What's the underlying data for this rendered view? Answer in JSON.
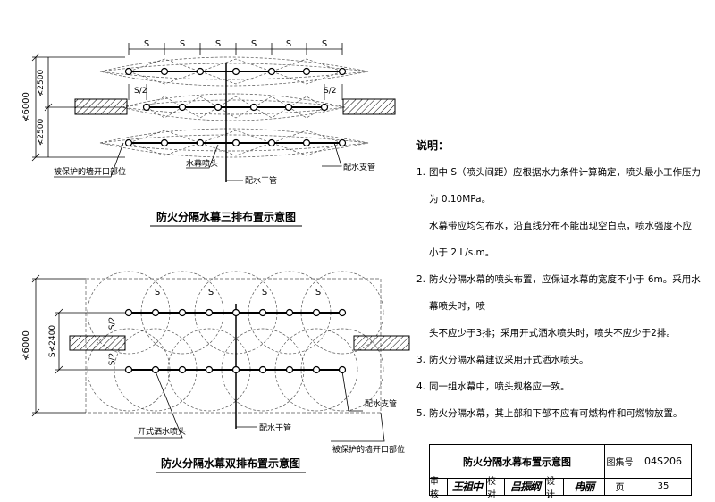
{
  "top_diagram": {
    "title": "防火分隔水幕三排布置示意图",
    "spacing_label": "S",
    "half_spacing_label": "S/2",
    "dim_total": "≮6000",
    "dim_upper": "≮2500",
    "dim_lower": "≮2500",
    "labels": {
      "wall_opening": "被保护的墙开口部位",
      "curtain_nozzle": "水幕喷头",
      "main_pipe": "配水干管",
      "branch_pipe": "配水支管"
    }
  },
  "bottom_diagram": {
    "title": "防火分隔水幕双排布置示意图",
    "spacing_label": "S",
    "half_spacing_label": "S/2",
    "dim_total": "≮6000",
    "dim_row": "S≮2400",
    "labels": {
      "open_nozzle": "开式洒水喷头",
      "main_pipe": "配水干管",
      "branch_pipe": "配水支管",
      "wall_opening": "被保护的墙开口部位"
    }
  },
  "notes": {
    "heading": "说明：",
    "items": [
      {
        "num": "1.",
        "lines": [
          "图中 S（喷头间距）应根据水力条件计算确定，喷头最小工作压力为 0.10MPa。",
          "水幕带应均匀布水，沿直线分布不能出现空白点，喷水强度不应小于 2 L/s.m。"
        ]
      },
      {
        "num": "2.",
        "lines": [
          "防火分隔水幕的喷头布置，应保证水幕的宽度不小于 6m。采用水幕喷头时，喷",
          "头不应少于3排；采用开式洒水喷头时，喷头不应少于2排。"
        ]
      },
      {
        "num": "3.",
        "lines": [
          "防火分隔水幕建议采用开式洒水喷头。"
        ]
      },
      {
        "num": "4.",
        "lines": [
          "同一组水幕中，喷头规格应一致。"
        ]
      },
      {
        "num": "5.",
        "lines": [
          "防火分隔水幕，其上部和下部不应有可燃构件和可燃物放置。"
        ]
      }
    ]
  },
  "title_block": {
    "drawing_title": "防火分隔水幕布置示意图",
    "atlas_label": "图集号",
    "atlas_no": "04S206",
    "review_label": "审核",
    "review_sig": "王祖中",
    "check_label": "校对",
    "check_sig": "吕振纲",
    "design_label": "设计",
    "design_sig": "冉丽",
    "page_label": "页",
    "page_no": "35"
  }
}
